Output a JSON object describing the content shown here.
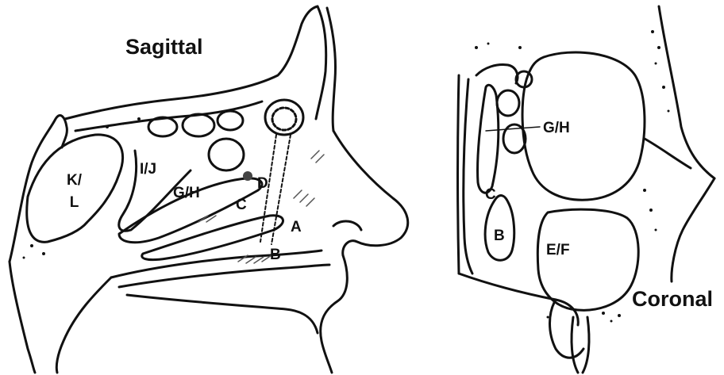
{
  "views": {
    "sagittal": "Sagittal",
    "coronal": "Coronal"
  },
  "labels": {
    "sagittal": {
      "kl": "K/\nL",
      "ij": "I/J",
      "gh": "G/H",
      "c": "C",
      "d": "D",
      "a": "A",
      "b": "B"
    },
    "coronal": {
      "gh": "G/H",
      "c": "C",
      "b": "B",
      "ef": "E/F"
    }
  },
  "colors": {
    "ink": "#111111",
    "paper": "#ffffff",
    "shade": "#555555"
  }
}
